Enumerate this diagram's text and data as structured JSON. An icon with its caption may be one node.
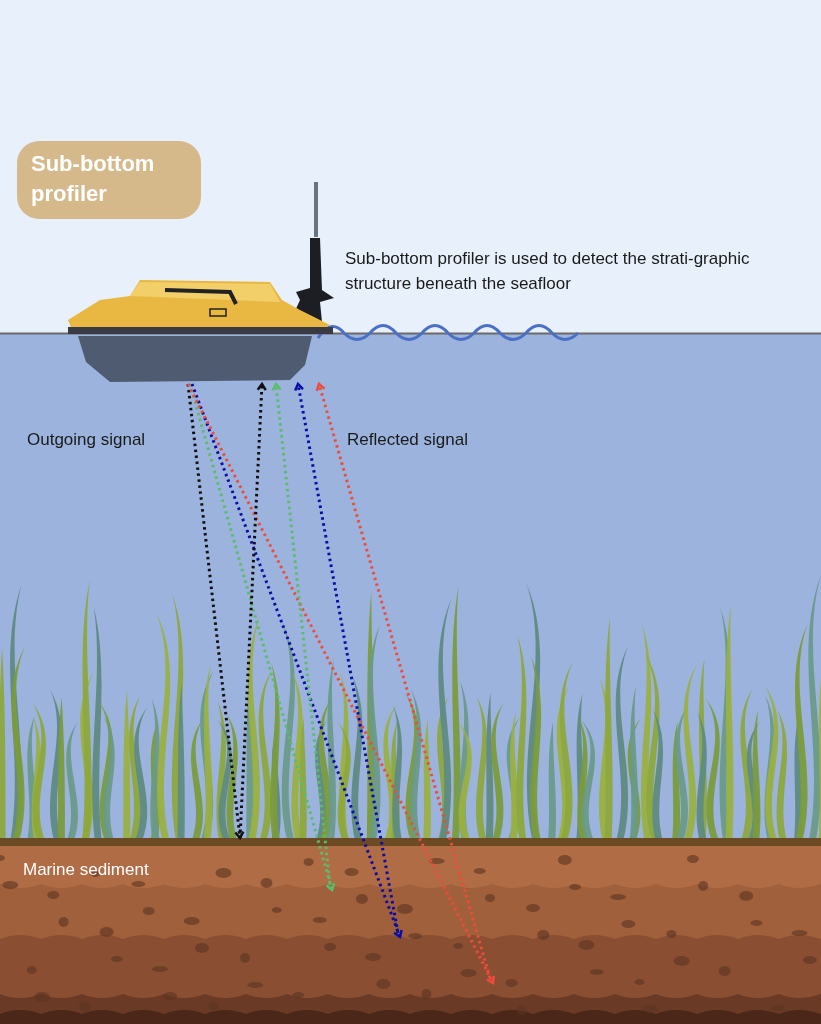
{
  "diagram": {
    "title": "Sub-bottom profiler",
    "nodes": [
      {
        "text": [],
        "shape": "picture",
        "beside": [
          "Sub-bottom profiler is used to detect the strati-graphic structure beneath the seafloor"
        ]
      },
      {
        "text": [
          "Marine sediment"
        ]
      }
    ],
    "edges": [
      {
        "from": 0,
        "to": 1,
        "arrow": "to",
        "color": "#111111"
      },
      {
        "from": 0,
        "to": 1,
        "arrow": "to",
        "color": "#5dbb6c"
      },
      {
        "from": 0,
        "to": 1,
        "arrow": "to",
        "color": "#0c0ca8"
      },
      {
        "from": 0,
        "to": 1,
        "arrow": "to",
        "color": "#ef4b3b"
      },
      {
        "from": 1,
        "to": 0,
        "arrow": "to",
        "color": "#111111"
      },
      {
        "from": 1,
        "to": 0,
        "arrow": "to",
        "color": "#5dbb6c"
      },
      {
        "from": 1,
        "to": 0,
        "arrow": "to",
        "color": "#0c0ca8"
      },
      {
        "from": 1,
        "to": 0,
        "arrow": "to",
        "color": "#ef4b3b"
      }
    ],
    "labels": [
      "Outgoing signal",
      "Reflected signal"
    ]
  }
}
